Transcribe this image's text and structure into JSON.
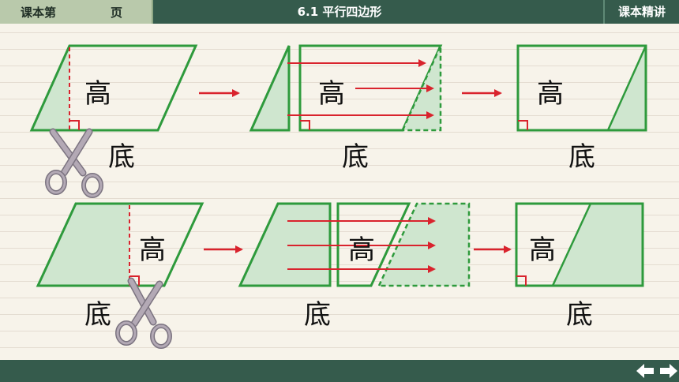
{
  "header": {
    "left_label_1": "课本第",
    "left_label_2": "页",
    "title": "6.1  平行四边形",
    "right_label": "课本精讲"
  },
  "diagram": {
    "height_label": "高",
    "base_label": "底"
  },
  "colors": {
    "header_bg": "#355b4c",
    "tab_bg": "#b9c9ab",
    "shape_stroke": "#2e9a3c",
    "shape_fill": "#cfe6cf",
    "arrow": "#d9232d",
    "scissors": "#b3a9b5"
  },
  "nav": {
    "prev_icon": "arrow-left-icon",
    "next_icon": "arrow-right-icon"
  }
}
